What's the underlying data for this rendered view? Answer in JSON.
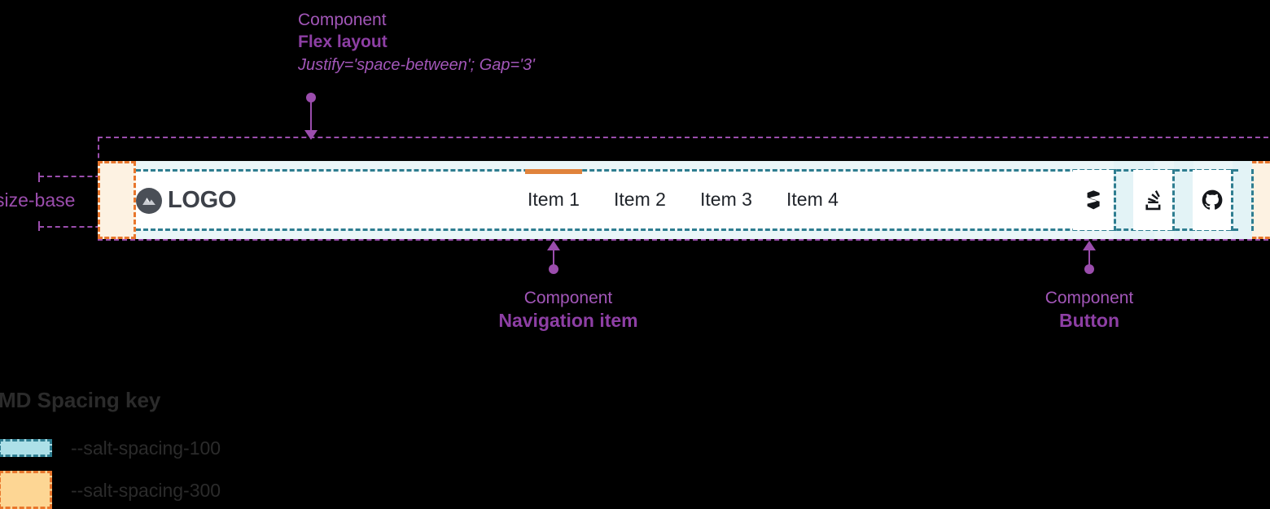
{
  "annotations": {
    "flex": {
      "kicker": "Component",
      "title": "Flex layout",
      "sub": "Justify='space-between'; Gap='3'"
    },
    "nav_item": {
      "kicker": "Component",
      "title": "Navigation item"
    },
    "button": {
      "kicker": "Component",
      "title": "Button"
    },
    "size_base_label": "size-base"
  },
  "navbar": {
    "logo": {
      "text": "LOGO",
      "icon": "mountain-logo-icon"
    },
    "nav_items": [
      {
        "label": "Item 1",
        "active": true
      },
      {
        "label": "Item 2",
        "active": false
      },
      {
        "label": "Item 3",
        "active": false
      },
      {
        "label": "Item 4",
        "active": false
      }
    ],
    "icon_buttons": [
      {
        "name": "salt-icon",
        "title": "S"
      },
      {
        "name": "stackoverflow-icon",
        "title": "Stack Overflow"
      },
      {
        "name": "github-icon",
        "title": "GitHub"
      }
    ]
  },
  "legend": {
    "title": "MD Spacing key",
    "entries": [
      {
        "token": "--salt-spacing-100",
        "swatch": "blue"
      },
      {
        "token": "--salt-spacing-300",
        "swatch": "orange"
      }
    ]
  },
  "colors": {
    "annotation_purple": "#9b4dad",
    "spacing_teal_border": "#2e7d90",
    "spacing_teal_fill": "#eaf6f8",
    "spacing_orange_border": "#e8762c",
    "spacing_orange_fill": "#fdf2e2",
    "active_indicator": "#e0833c",
    "navbar_bg": "#ffffff",
    "text_primary": "#1f2329"
  }
}
